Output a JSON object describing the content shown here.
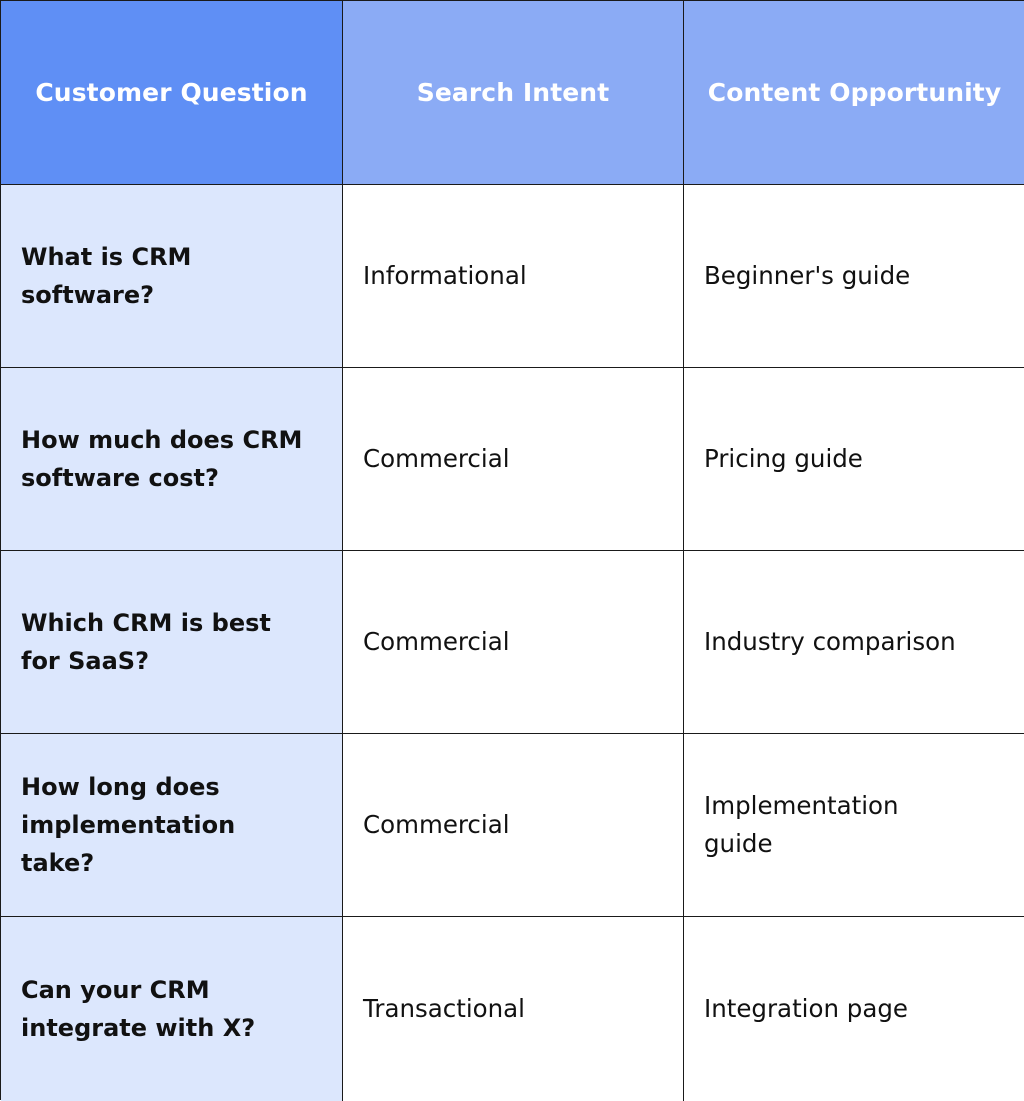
{
  "table": {
    "headers": [
      "Customer Question",
      "Search Intent",
      "Content Opportunity"
    ],
    "rows": [
      {
        "question": "What is CRM software?",
        "intent": "Informational",
        "opportunity": "Beginner's guide"
      },
      {
        "question": "How much does CRM software cost?",
        "intent": "Commercial",
        "opportunity": "Pricing guide"
      },
      {
        "question": "Which CRM is best for SaaS?",
        "intent": "Commercial",
        "opportunity": "Industry comparison"
      },
      {
        "question": "How long does implementation take?",
        "intent": "Commercial",
        "opportunity": "Implementation guide"
      },
      {
        "question": "Can your CRM integrate with X?",
        "intent": "Transactional",
        "opportunity": "Integration page"
      }
    ]
  },
  "colors": {
    "header_primary": "#5f8ff5",
    "header_secondary": "#8babf5",
    "question_cell_bg": "#dce7fd",
    "border": "#1a1a1a"
  }
}
